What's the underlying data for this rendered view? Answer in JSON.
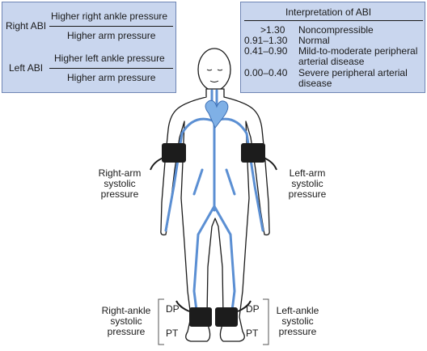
{
  "formula_box": {
    "right": {
      "label": "Right ABI",
      "numerator": "Higher right ankle pressure",
      "denominator": "Higher arm pressure"
    },
    "left": {
      "label": "Left ABI",
      "numerator": "Higher left ankle pressure",
      "denominator": "Higher arm pressure"
    }
  },
  "interpretation": {
    "title": "Interpretation of ABI",
    "rows": [
      {
        "range": ">1.30",
        "meaning": [
          "Noncompressible"
        ]
      },
      {
        "range": "0.91–1.30",
        "meaning": [
          "Normal"
        ]
      },
      {
        "range": "0.41–0.90",
        "meaning": [
          "Mild-to-moderate peripheral",
          "arterial disease"
        ]
      },
      {
        "range": "0.00–0.40",
        "meaning": [
          "Severe peripheral arterial",
          "disease"
        ]
      }
    ]
  },
  "labels": {
    "right_arm": [
      "Right-arm",
      "systolic",
      "pressure"
    ],
    "left_arm": [
      "Left-arm",
      "systolic",
      "pressure"
    ],
    "right_ankle": [
      "Right-ankle",
      "systolic",
      "pressure"
    ],
    "left_ankle": [
      "Left-ankle",
      "systolic",
      "pressure"
    ],
    "dp_right": "DP",
    "pt_right": "PT",
    "dp_left": "DP",
    "pt_left": "PT"
  },
  "colors": {
    "box_fill": "#c9d6ee",
    "box_border": "#6f86b5",
    "artery": "#5b8fd3",
    "heart": "#7fb0e6",
    "cuff": "#1c1c1c"
  }
}
